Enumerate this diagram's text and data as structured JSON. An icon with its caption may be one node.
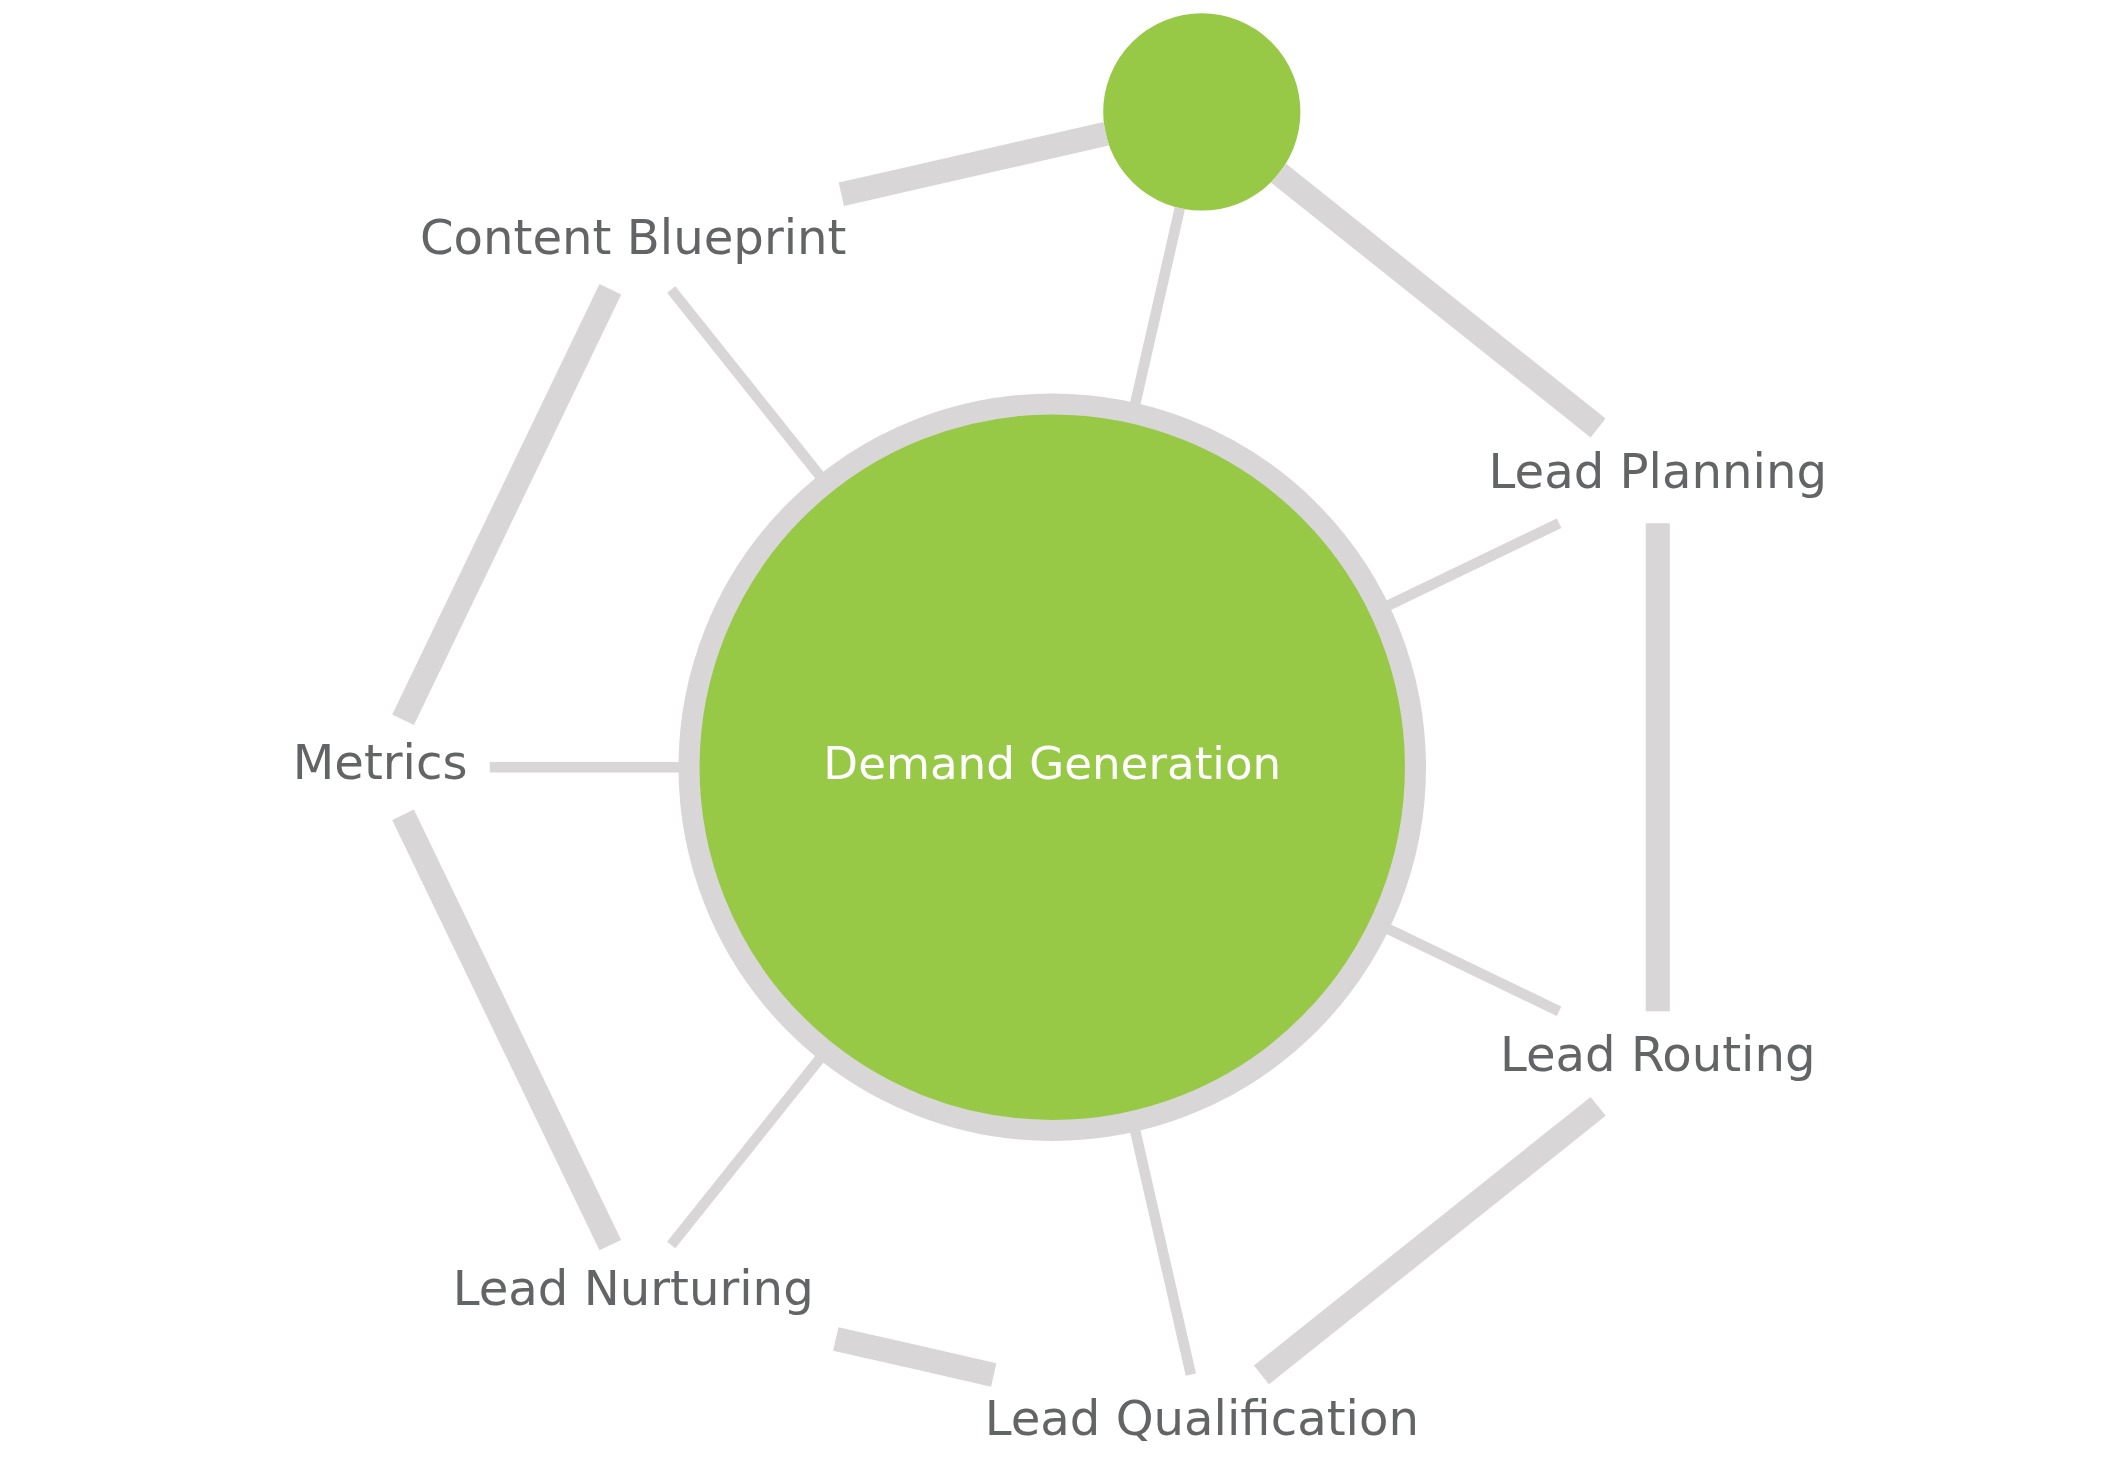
{
  "diagram": {
    "nodes": [
      {
        "text": [
          "Demand Generation"
        ]
      },
      {
        "text": [],
        "shape": "circle"
      },
      {
        "text": [
          "Lead Planning"
        ]
      },
      {
        "text": [
          "Lead Routing"
        ]
      },
      {
        "text": [
          "Lead Qualification"
        ]
      },
      {
        "text": [
          "Lead Nurturing"
        ]
      },
      {
        "text": [
          "Metrics"
        ]
      },
      {
        "text": [
          "Content Blueprint"
        ]
      }
    ],
    "edges": [
      {
        "from": 0,
        "to": 1,
        "arrow": "none"
      },
      {
        "from": 0,
        "to": 2,
        "arrow": "none"
      },
      {
        "from": 0,
        "to": 3,
        "arrow": "none"
      },
      {
        "from": 0,
        "to": 4,
        "arrow": "none"
      },
      {
        "from": 0,
        "to": 5,
        "arrow": "none"
      },
      {
        "from": 0,
        "to": 6,
        "arrow": "none"
      },
      {
        "from": 0,
        "to": 7,
        "arrow": "none"
      },
      {
        "from": 1,
        "to": 2,
        "arrow": "none",
        "style": "thick"
      },
      {
        "from": 2,
        "to": 3,
        "arrow": "none",
        "style": "thick"
      },
      {
        "from": 3,
        "to": 4,
        "arrow": "none",
        "style": "thick"
      },
      {
        "from": 4,
        "to": 5,
        "arrow": "none",
        "style": "thick"
      },
      {
        "from": 5,
        "to": 6,
        "arrow": "none",
        "style": "thick"
      },
      {
        "from": 6,
        "to": 7,
        "arrow": "none",
        "style": "thick"
      },
      {
        "from": 7,
        "to": 1,
        "arrow": "none",
        "style": "thick"
      }
    ]
  }
}
